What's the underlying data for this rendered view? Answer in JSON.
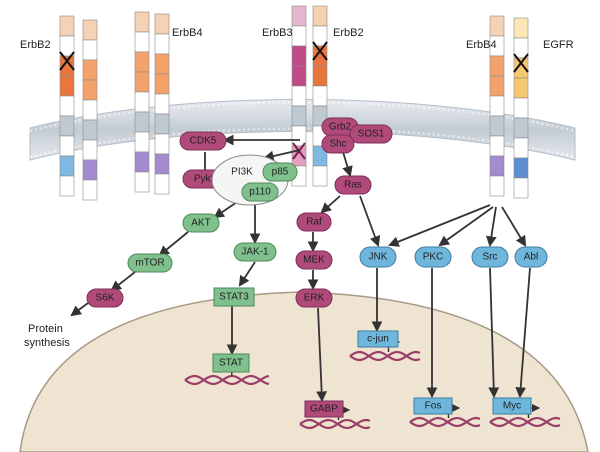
{
  "receptors": {
    "erbb2_left": "ErbB2",
    "erbb4_left": "ErbB4",
    "erbb3_center": "ErbB3",
    "erbb2_center": "ErbB2",
    "erbb4_right": "ErbB4",
    "egfr_right": "EGFR"
  },
  "adaptors": {
    "grb2": "Grb2",
    "sos1": "SOS1",
    "shc": "Shc"
  },
  "pi3k_complex": {
    "pi3k": "PI3K",
    "p85": "p85",
    "p110": "p110"
  },
  "kinases_pink": {
    "cdk5": "CDK5",
    "pyk2": "Pyk2",
    "ras": "Ras",
    "raf": "Raf",
    "mek": "MEK",
    "erk": "ERK",
    "s6k": "S6K"
  },
  "kinases_green": {
    "akt": "AKT",
    "mtor": "mTOR",
    "jak1": "JAK-1",
    "stat3": "STAT3",
    "stat": "STAT"
  },
  "kinases_blue": {
    "jnk": "JNK",
    "pkc": "PKC",
    "src": "Src",
    "abl": "Abl",
    "cjun": "c-jun",
    "fos": "Fos",
    "myc": "Myc"
  },
  "transcription": {
    "gabp": "GABP"
  },
  "outputs": {
    "protein_line1": "Protein",
    "protein_line2": "synthesis"
  },
  "colors": {
    "membrane": "#cfd5dc",
    "nucleus": "#efe4d4",
    "pink": "#b04a7a",
    "green": "#7fc08c",
    "blue": "#6fb6dc",
    "dna": "#9b3f68"
  }
}
